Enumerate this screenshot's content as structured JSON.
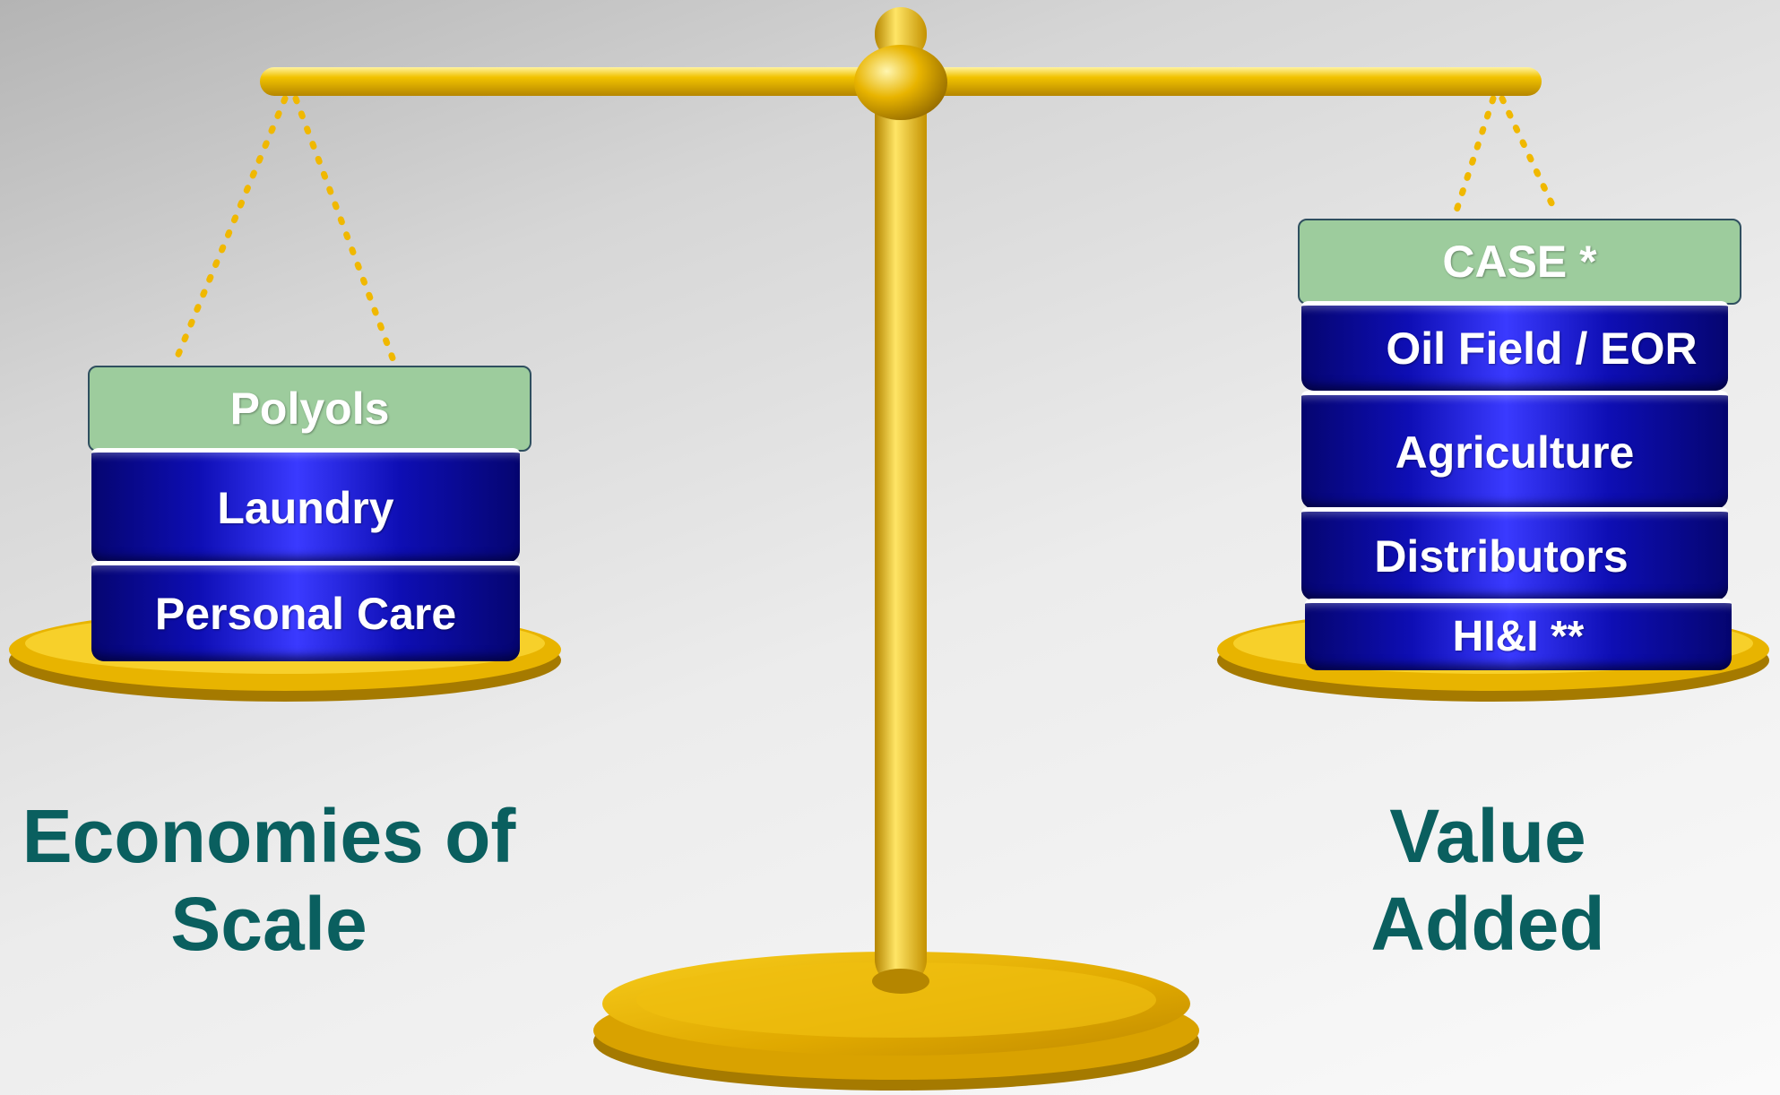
{
  "left_pan": {
    "blocks": [
      "Polyols",
      "Laundry",
      "Personal Care"
    ]
  },
  "right_pan": {
    "blocks": [
      "CASE *",
      "Oil Field / EOR",
      "Agriculture",
      "Distributors",
      "HI&I **"
    ]
  },
  "captions": {
    "left_line1": "Economies of",
    "left_line2": "Scale",
    "right_line1": "Value",
    "right_line2": "Added"
  },
  "colors": {
    "gold": "#e8b400",
    "block_green": "#9dcc9d",
    "block_blue": "#0e0eb4",
    "caption_teal": "#0a5f5f"
  }
}
